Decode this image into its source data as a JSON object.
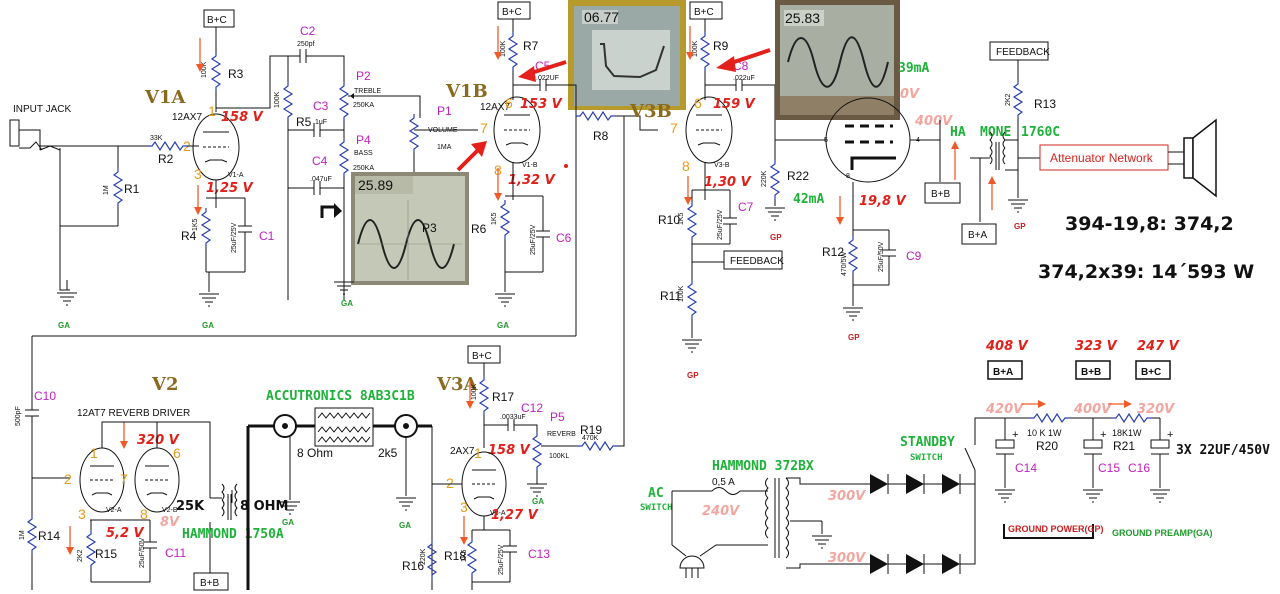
{
  "valves": {
    "v1a": "V1A",
    "v1b": "V1B",
    "v1b_partial": "V3B",
    "v2": "V2",
    "v3a": "V3A",
    "tube_12ax7_a": "12AX7",
    "tube_12ax7_b": "12AX7",
    "tube_12ax7_c": "2AX7",
    "sub_v1a": "V1-A",
    "sub_v1b": "V1-B",
    "sub_v3b": "V3-B",
    "sub_v2a": "V2-A",
    "sub_v2b": "V2-B",
    "sub_v3a": "V3-A"
  },
  "rails": {
    "b_plus_c": "B+C",
    "b_plus_b": "B+B",
    "b_plus_a": "B+A",
    "feedback": "FEEDBACK"
  },
  "labels": {
    "input_jack": "INPUT JACK",
    "treble": "TREBLE",
    "bass": "BASS",
    "volume": "VOLUME",
    "reverb": "REVERB",
    "reverb_driver": "12AT7 REVERB DRIVER",
    "attenuator": "Attenuator Network",
    "accutronics": "ACCUTRONICS 8AB3C1B",
    "hammond_1750a": "HAMMOND 1750A",
    "hammond_1760c_a": "HA",
    "hammond_1760c_b": "MONE",
    "hammond_1760c_c": "1760C",
    "hammond_372bx": "HAMMOND 372BX",
    "standby": "STANDBY",
    "switch": "SWITCH",
    "ac": "AC",
    "ac_switch": "SWITCH",
    "eight_ohm_a": "8 Ohm",
    "two_k5": "2k5",
    "z25k": "25K",
    "eight_ohm_b": "8 OHM",
    "ground_power": "GROUND POWER(GP)",
    "ground_preamp": "GROUND PREAMP(GA)",
    "caps_note": "3X 22UF/450V",
    "calc_line1": "394-19,8: 374,2",
    "calc_line2": "374,2x39: 14´593 W"
  },
  "components": {
    "r1": "R1",
    "r2": "R2",
    "r3": "R3",
    "r4": "R4",
    "r5": "R5",
    "r6": "R6",
    "r7": "R7",
    "r8": "R8",
    "r9": "R9",
    "r10": "R10",
    "r11": "R11",
    "r12": "R12",
    "r13": "R13",
    "r14": "R14",
    "r15": "R15",
    "r16": "R16",
    "r17": "R17",
    "r18": "R18",
    "r19": "R19",
    "r20": "R20",
    "r21": "R21",
    "r22": "R22",
    "c1": "C1",
    "c2": "C2",
    "c3": "C3",
    "c4": "C4",
    "c5": "C5",
    "c6": "C6",
    "c7": "C7",
    "c8": "C8",
    "c9": "C9",
    "c10": "C10",
    "c11": "C11",
    "c12": "C12",
    "c13": "C13",
    "c14": "C14",
    "c15": "C15",
    "c16": "C16",
    "p1": "P1",
    "p2": "P2",
    "p3": "P3",
    "p4": "P4",
    "p5": "P5"
  },
  "values": {
    "v_33k": "33K",
    "v_1m": "1M",
    "v_100k": "100K",
    "v_250pf": "250pf",
    "v_1uf": ".1uF",
    "v_047uf": ".047uF",
    "v_022uf_a": ".022UF",
    "v_022uf_b": ".022uF",
    "v_250ka_t": "250KA",
    "v_250ka_b": "250KA",
    "v_1ma": "1MA",
    "v_0033uf": ".0033uF",
    "v_470k": "470K",
    "v_100kl": "100KL",
    "v_500pf": "500pF",
    "v_10k1w": "10 K 1W",
    "v_18k1w": "18K1W",
    "fuse": "0,5 A",
    "v_25uf25v": "25uF/25V",
    "v_1k5": "1K5",
    "v_2k2": "2K2",
    "v_220k": "220K",
    "v_470": "470/5W",
    "v_25uf50v": "25uF/50V",
    "v_1m_r14": "1M",
    "v_25uf50v_b": "25uF/50V"
  },
  "measurements": {
    "v1a_plate": "158 V",
    "v1a_cathode": "1,25 V",
    "v1b_plate": "153 V",
    "v1b_cathode": "1,32 V",
    "v3b_plate": "159 V",
    "v3b_cathode": "1,30 V",
    "power_cathode": "19,8 V",
    "power_screen": "400V",
    "power_plate_v": "0V",
    "current_39": "39mA",
    "current_42": "42mA",
    "v2_plate": "320 V",
    "v2_cathode": "5,2 V",
    "v2_8v": "8V",
    "v3a_plate": "158 V",
    "v3a_cathode": "1,27 V",
    "b_a_voltage": "408 V",
    "b_b_voltage": "323 V",
    "b_c_voltage": "247 V",
    "rail_420": "420V",
    "rail_400": "400V",
    "rail_320": "320V",
    "sec_300_a": "300V",
    "sec_300_b": "300V",
    "pri_240": "240V",
    "scope1": "25.89",
    "scope2": "06.77",
    "scope3": "25.83"
  },
  "pins": {
    "v1a_1": "1",
    "v1a_2": "2",
    "v1a_3": "3",
    "v1b_6": "6",
    "v1b_7": "7",
    "v1b_8": "8",
    "v3b_6": "6",
    "v3b_7": "7",
    "v3b_8": "8",
    "v2_1": "1",
    "v2_2": "2",
    "v2_3": "3",
    "v2_6": "6",
    "v2_7": "7",
    "v2_8": "8",
    "v3a_1": "1",
    "v3a_2": "2",
    "v3a_3": "3",
    "pt_4": "4",
    "pt_5": "5",
    "pt_8": "8"
  },
  "grounds": {
    "ga": "GA",
    "gp": "GP"
  },
  "colors": {
    "wire": "#111111",
    "green": "#1fb23a",
    "red": "#e0201a",
    "orange": "#f05a28",
    "magenta": "#c020c0",
    "resistor": "#2a3fb0"
  }
}
